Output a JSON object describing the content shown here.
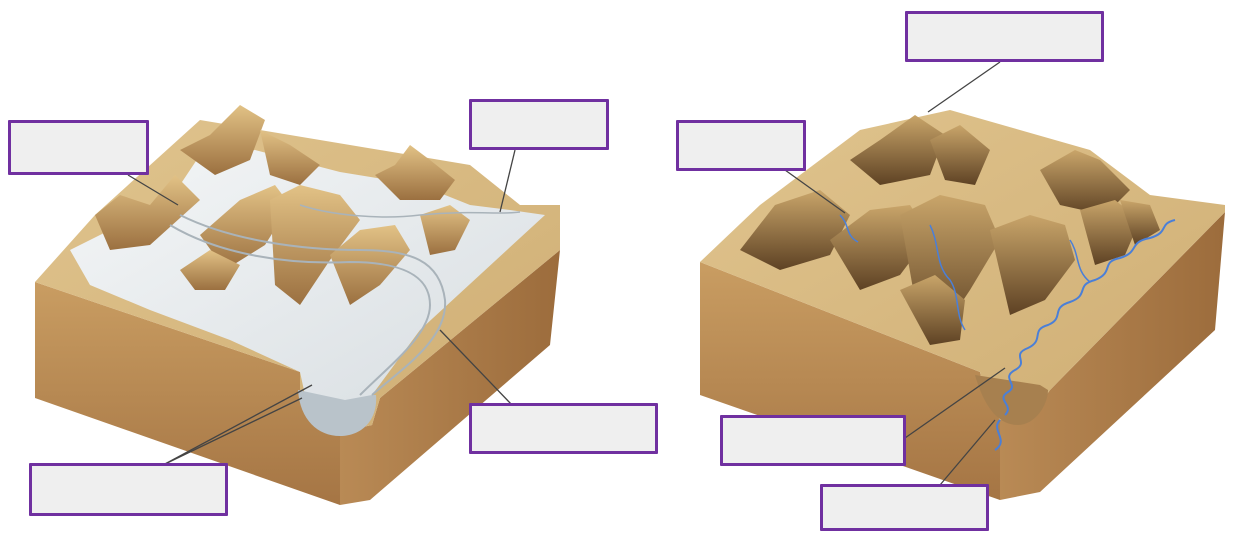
{
  "diagram": {
    "left_panel": {
      "labels": [
        {
          "id": "upper-left",
          "text": ""
        },
        {
          "id": "upper-right",
          "text": ""
        },
        {
          "id": "lower-right",
          "text": ""
        },
        {
          "id": "lower-left",
          "text": ""
        }
      ]
    },
    "right_panel": {
      "labels": [
        {
          "id": "top",
          "text": ""
        },
        {
          "id": "left",
          "text": ""
        },
        {
          "id": "lower-middle",
          "text": ""
        },
        {
          "id": "bottom",
          "text": ""
        }
      ]
    },
    "colors": {
      "label_border": "#7030a0",
      "label_fill": "#efefef",
      "rock": "#c9a46a",
      "rock_dark": "#8a6334",
      "ice": "#e8ecef",
      "river": "#4a7fd8",
      "soil_side": "#b88955"
    }
  }
}
